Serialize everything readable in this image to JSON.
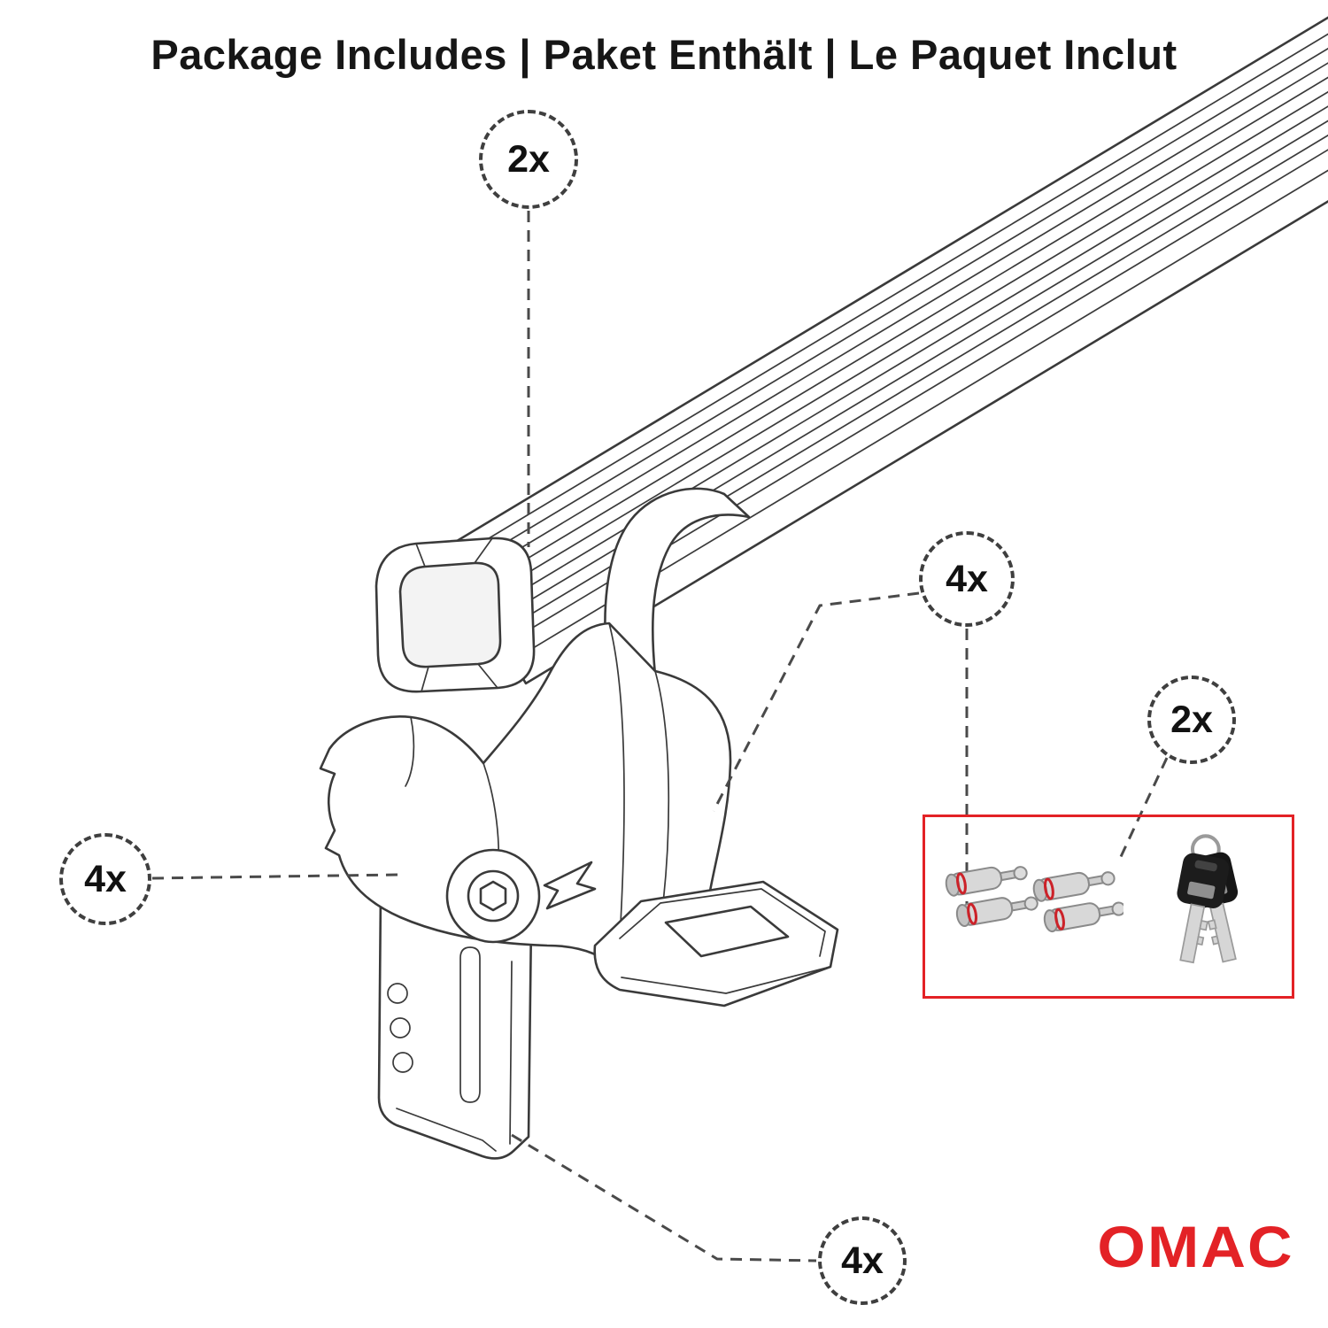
{
  "title": "Package Includes | Paket Enthält | Le Paquet Inclut",
  "callouts": {
    "crossbar": {
      "label": "2x"
    },
    "foot": {
      "label": "4x"
    },
    "lock_cylinders": {
      "label": "4x"
    },
    "keys": {
      "label": "2x"
    },
    "clamp": {
      "label": "4x"
    }
  },
  "hardware_box": {
    "items": [
      "lock-cylinders",
      "keys"
    ]
  },
  "brand": {
    "name": "OMAC"
  },
  "colors": {
    "accent_red": "#e32226",
    "drawing_line": "#3a3a3a"
  }
}
